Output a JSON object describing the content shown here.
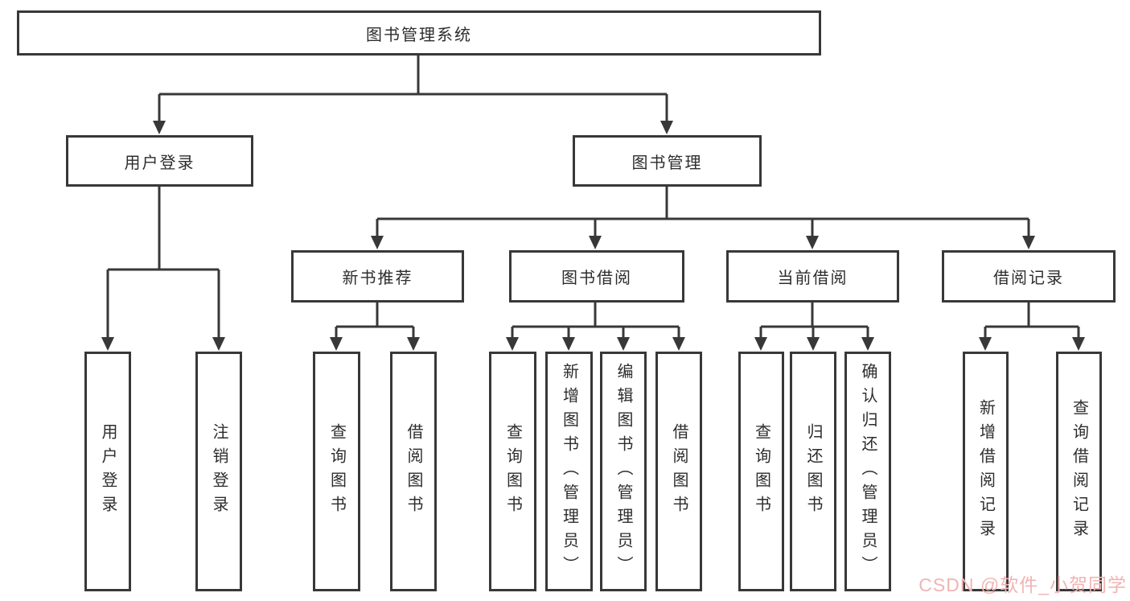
{
  "diagram": {
    "root": {
      "label": "图书管理系统"
    },
    "branches": [
      {
        "label": "用户登录",
        "children": [
          {
            "label": "用户登录"
          },
          {
            "label": "注销登录"
          }
        ]
      },
      {
        "label": "图书管理",
        "children": [
          {
            "label": "新书推荐",
            "children": [
              {
                "label": "查询图书"
              },
              {
                "label": "借阅图书"
              }
            ]
          },
          {
            "label": "图书借阅",
            "children": [
              {
                "label": "查询图书"
              },
              {
                "label": "新增图书（管理员）"
              },
              {
                "label": "编辑图书（管理员）"
              },
              {
                "label": "借阅图书"
              }
            ]
          },
          {
            "label": "当前借阅",
            "children": [
              {
                "label": "查询图书"
              },
              {
                "label": "归还图书"
              },
              {
                "label": "确认归还（管理员）"
              }
            ]
          },
          {
            "label": "借阅记录",
            "children": [
              {
                "label": "新增借阅记录"
              },
              {
                "label": "查询借阅记录"
              }
            ]
          }
        ]
      }
    ]
  },
  "watermark": {
    "text": "CSDN @软件_小贺同学"
  },
  "colors": {
    "line": "#383838",
    "text": "#2d2d2d",
    "watermark": "#f0b4b4",
    "bg": "#ffffff"
  }
}
